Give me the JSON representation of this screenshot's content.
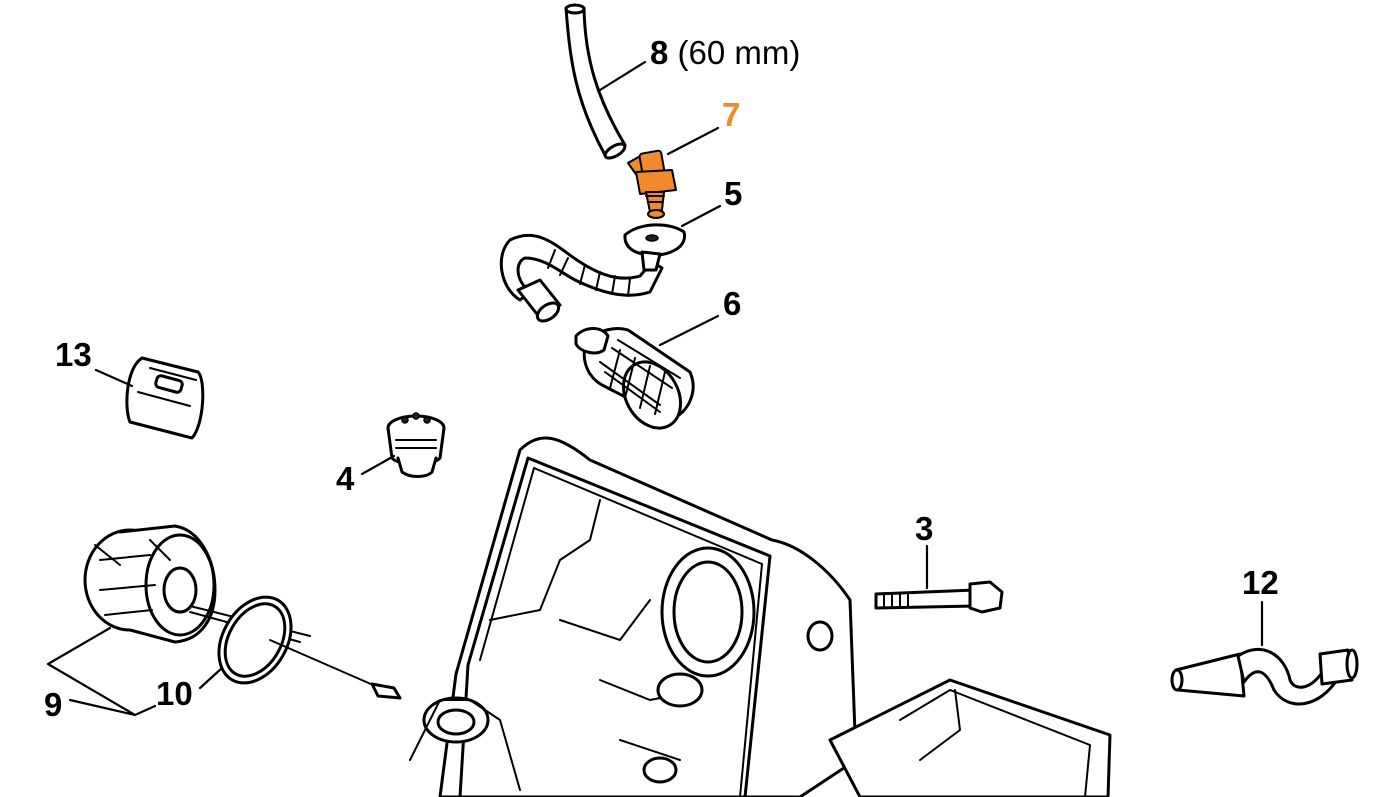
{
  "diagram": {
    "highlight_color": "#f08a2c",
    "callouts": [
      {
        "id": "8",
        "number": "8",
        "note": "(60 mm)"
      },
      {
        "id": "7",
        "number": "7",
        "highlighted": true
      },
      {
        "id": "5",
        "number": "5"
      },
      {
        "id": "6",
        "number": "6"
      },
      {
        "id": "13",
        "number": "13"
      },
      {
        "id": "4",
        "number": "4"
      },
      {
        "id": "3",
        "number": "3"
      },
      {
        "id": "12",
        "number": "12"
      },
      {
        "id": "9",
        "number": "9"
      },
      {
        "id": "10",
        "number": "10"
      }
    ]
  }
}
